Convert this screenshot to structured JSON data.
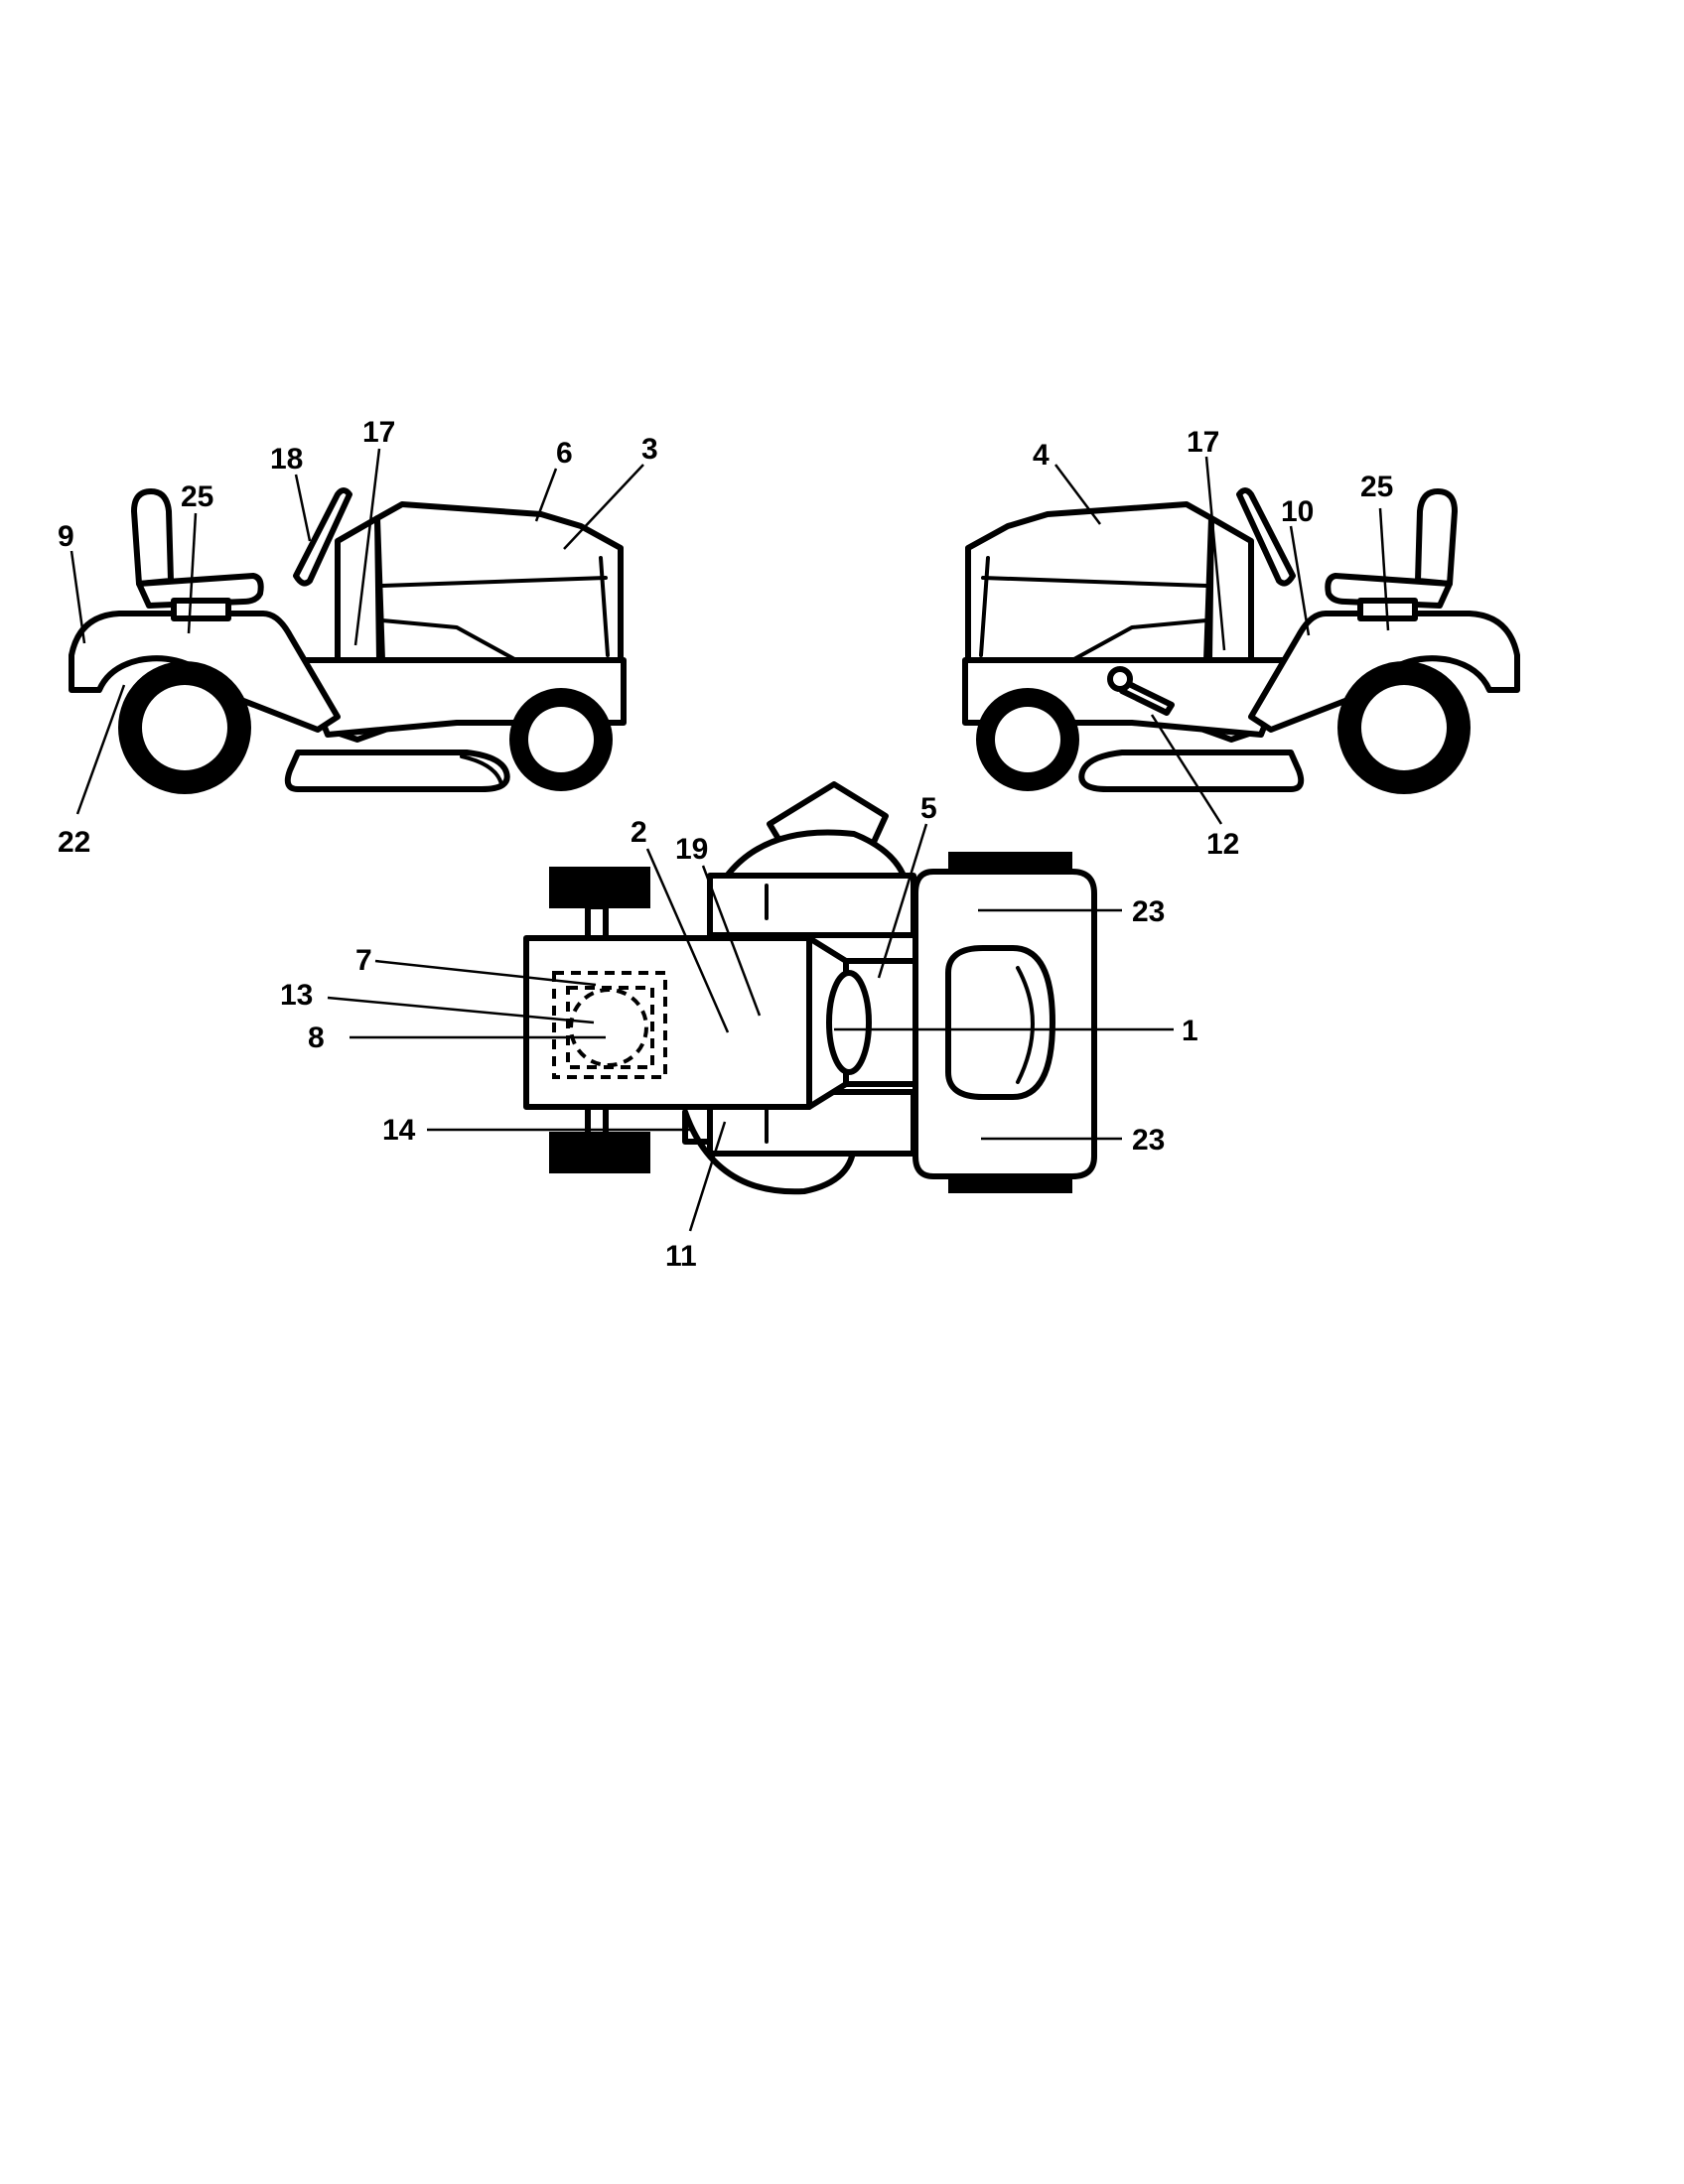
{
  "callouts": {
    "c1": "1",
    "c2": "2",
    "c3": "3",
    "c4": "4",
    "c5": "5",
    "c6": "6",
    "c7": "7",
    "c8": "8",
    "c9": "9",
    "c10": "10",
    "c11": "11",
    "c12": "12",
    "c13": "13",
    "c14": "14",
    "c17_left": "17",
    "c17_right": "17",
    "c18": "18",
    "c19": "19",
    "c22": "22",
    "c23_top": "23",
    "c23_bottom": "23",
    "c25_left": "25",
    "c25_right": "25"
  }
}
